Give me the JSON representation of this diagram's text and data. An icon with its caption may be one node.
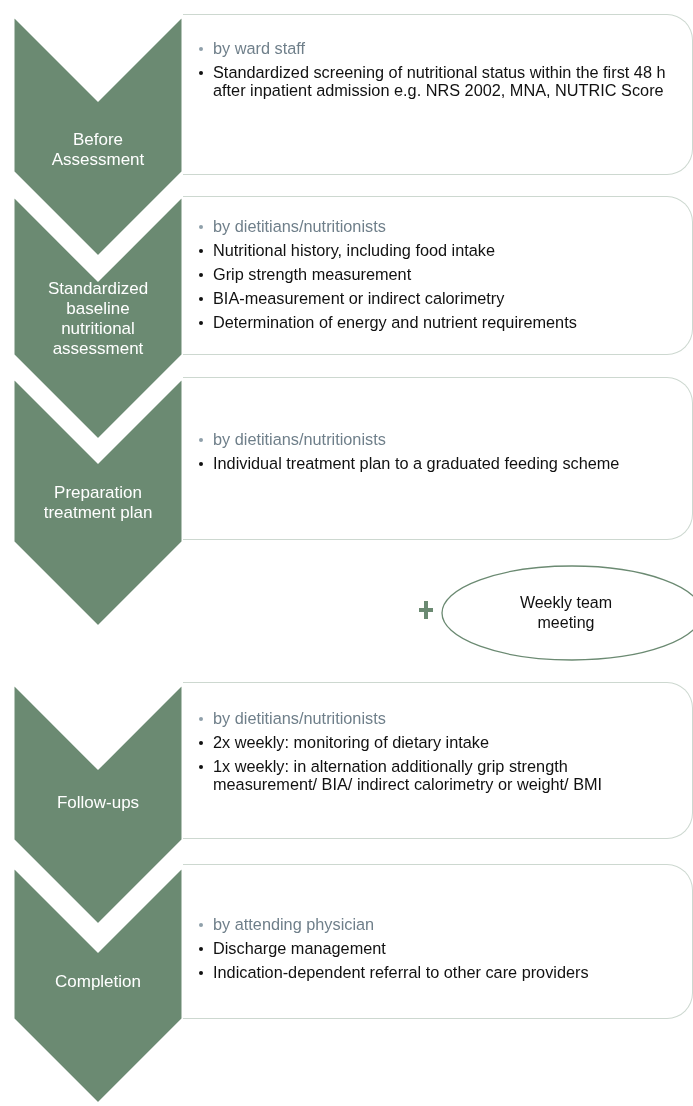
{
  "diagram": {
    "nodes": [
      {
        "text": [
          "Before Assessment"
        ]
      },
      {
        "text": [
          "by ward staff",
          "Standardized screening of nutritional status within the first 48 h after inpatient admission e.g. NRS 2002, MNA, NUTRIC Score"
        ]
      },
      {
        "text": [
          "Standardized baseline nutritional assessment"
        ]
      },
      {
        "text": [
          "by dietitians/nutritionists",
          "Nutritional history, including food intake",
          "Grip strength measurement",
          "BIA-measurement or indirect calorimetry",
          "Determination of energy and nutrient requirements"
        ]
      },
      {
        "text": [
          "Preparation treatment plan"
        ]
      },
      {
        "text": [
          "by dietitians/nutritionists",
          "Individual treatment plan to a graduated feeding scheme"
        ]
      },
      {
        "text": [
          "Weekly team meeting"
        ]
      },
      {
        "text": [
          "Follow-ups"
        ]
      },
      {
        "text": [
          "by dietitians/nutritionists",
          "2x weekly: monitoring of dietary intake",
          "1x weekly: in alternation additionally grip strength measurement/ BIA/ indirect calorimetry or weight/ BMI"
        ]
      },
      {
        "text": [
          "Completion"
        ]
      },
      {
        "text": [
          "by attending physician",
          "Discharge management",
          "Indication-dependent referral to other care providers"
        ]
      }
    ],
    "edges": []
  }
}
